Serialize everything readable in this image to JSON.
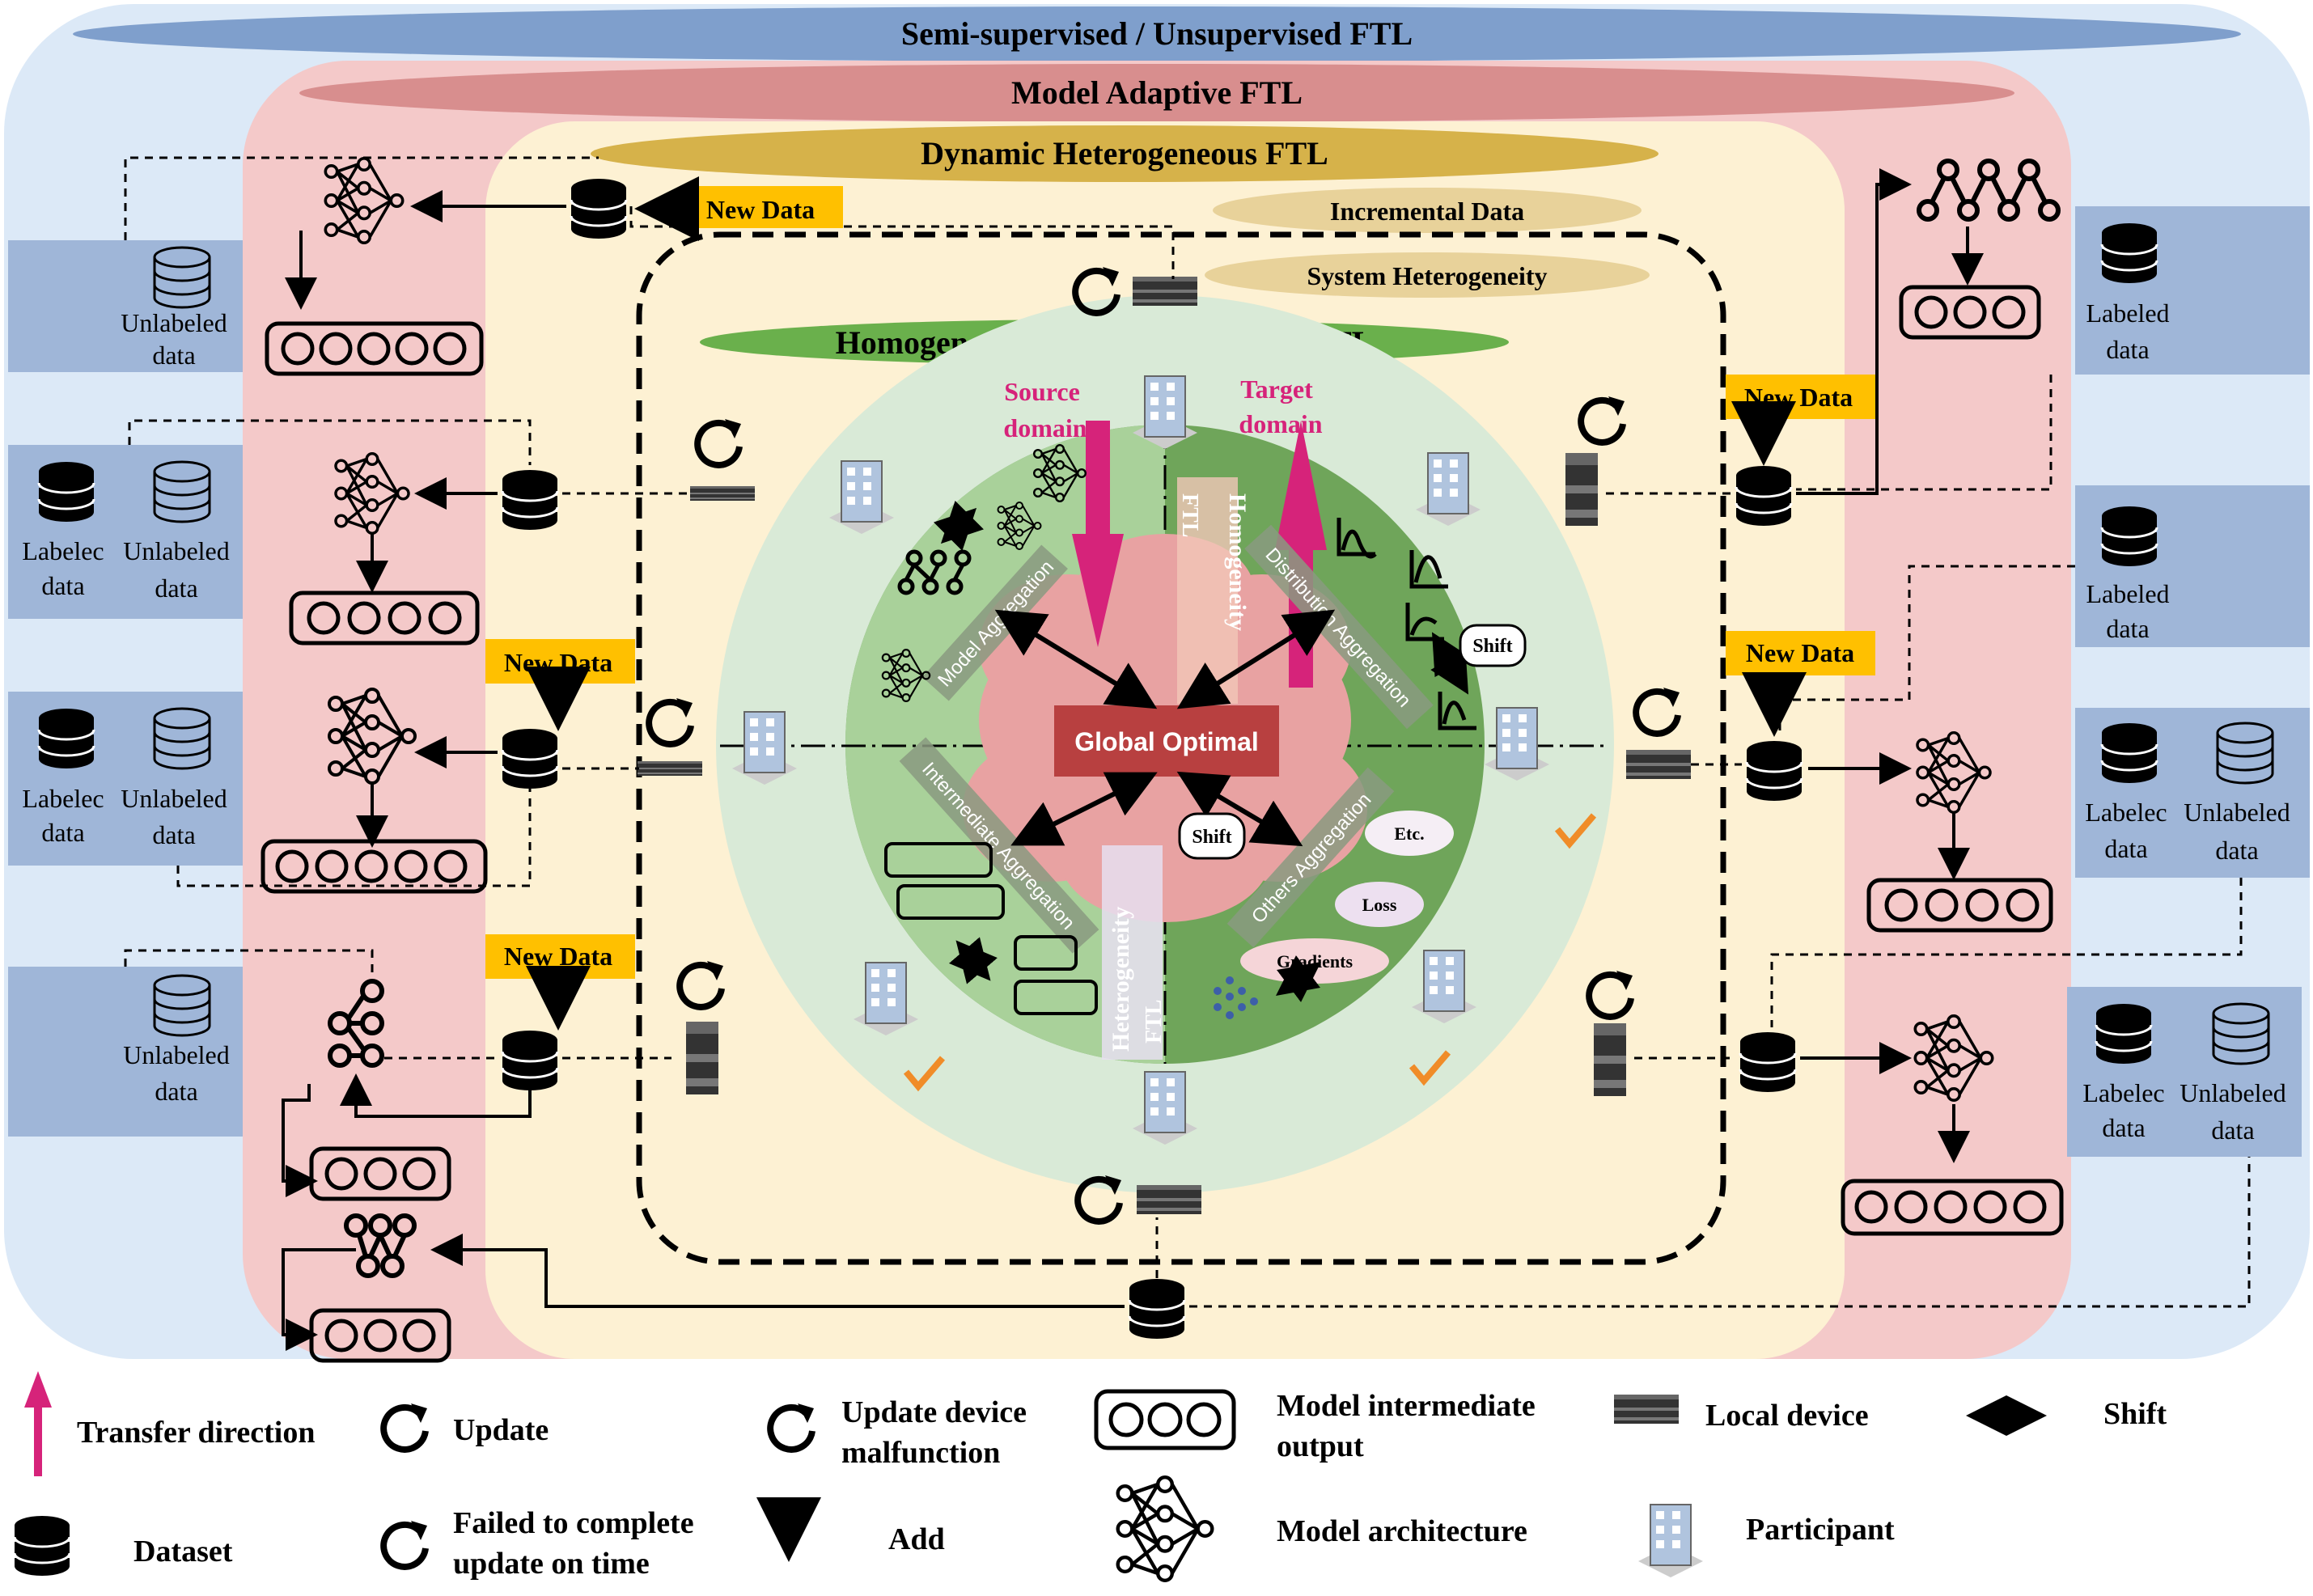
{
  "layers": {
    "semi": "Semi-supervised / Unsupervised FTL",
    "model_adaptive": "Model Adaptive FTL",
    "dynamic": "Dynamic Heterogeneous FTL",
    "incremental": "Incremental Data",
    "system_het": "System Heterogeneity",
    "homo_hetero": "Homogeneous and Heterogeneous  FTL"
  },
  "center": {
    "source_domain_1": "Source",
    "source_domain_2": "domain",
    "target_domain_1": "Target",
    "target_domain_2": "domain",
    "global_optimal": "Global Optimal",
    "homogeneity_1": "Homogeneity",
    "homogeneity_2": "FTL",
    "heterogeneity_1": "Heterogeneity",
    "heterogeneity_2": "FTL",
    "model_aggregation": "Model Aggregation",
    "distribution_aggregation": "Distribution Aggregation",
    "intermediate_aggregation": "Intermediate Aggregation",
    "others_aggregation": "Others Aggregation",
    "shift_right": "Shift",
    "shift_bottom": "Shift",
    "etc": "Etc.",
    "loss": "Loss",
    "gradients": "Gradients"
  },
  "new_data": "New Data",
  "data_labels": {
    "unlabeled_1": "Unlabeled",
    "unlabeled_2": "data",
    "labeled_1": "Labeled",
    "labeled_2": "data",
    "labeled_trunc": "Labelec"
  },
  "legend": {
    "transfer_direction": "Transfer direction",
    "update": "Update",
    "update_device_malfunction_1": "Update device",
    "update_device_malfunction_2": "malfunction",
    "model_intermediate_output_1": "Model intermediate",
    "model_intermediate_output_2": "output",
    "local_device": "Local device",
    "shift": "Shift",
    "dataset": "Dataset",
    "failed_update_1": "Failed to complete",
    "failed_update_2": "update on time",
    "add": "Add",
    "model_architecture": "Model architecture",
    "participant": "Participant"
  },
  "colors": {
    "semi_bg": "#dce9f7",
    "semi_bar": "#7f9fcc",
    "model_adaptive_bg": "#f4c9c9",
    "model_adaptive_bar": "#d88e8e",
    "dynamic_bg": "#fdf1d3",
    "dynamic_bar": "#d6b24a",
    "homo_bar": "#6ab04c",
    "outer_circle": "#d9ead7",
    "inner_circle": "#6fa55a",
    "global_optimal": "#b84040",
    "new_data_tag": "#ffc000",
    "transfer_arrow": "#d6237a",
    "data_panel": "#9fb6d8"
  }
}
